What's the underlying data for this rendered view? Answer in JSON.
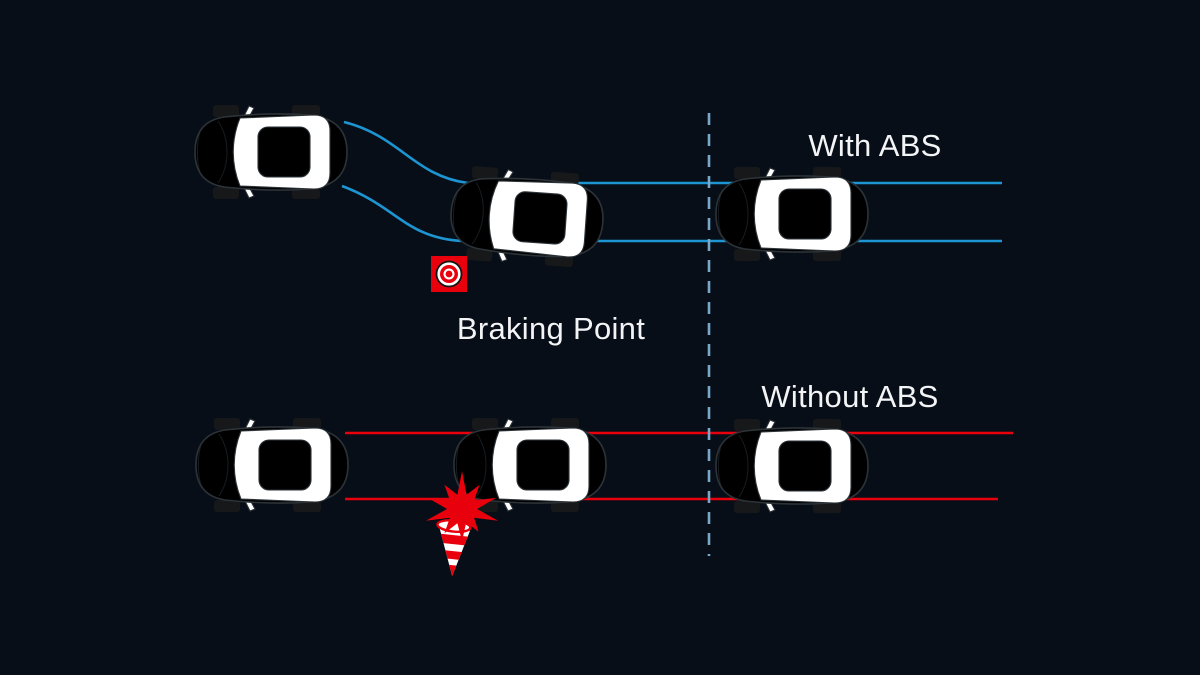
{
  "title": "ABS braking comparison diagram",
  "labels": {
    "with_abs": "With ABS",
    "without_abs": "Without ABS",
    "braking_point": "Braking Point"
  },
  "scenes": [
    {
      "id": "with-abs",
      "label": "With ABS",
      "car_count": 3,
      "path_color": "#1d95d3",
      "car_body_color": "#bccad2"
    },
    {
      "id": "without-abs",
      "label": "Without ABS",
      "car_count": 3,
      "path_color": "#e8000d",
      "car_body_color": "#f8d9a6"
    }
  ],
  "icons": [
    "braking-point-target-icon",
    "crash-burst-icon",
    "traffic-cone-icon",
    "lane-divider-dashed-line"
  ],
  "colors": {
    "background": "#070e17",
    "abs_path": "#1d95d3",
    "no_abs_path": "#e8000d",
    "lane_divider": "#7aa8ca",
    "car_abs_body": "#bccad2",
    "car_no_abs_body": "#f8d9a6",
    "wheel": "#17181a",
    "glass": "#ffffff",
    "outline": "#2c3338",
    "text": "#f3f4f6",
    "marker_red": "#e8000d"
  }
}
